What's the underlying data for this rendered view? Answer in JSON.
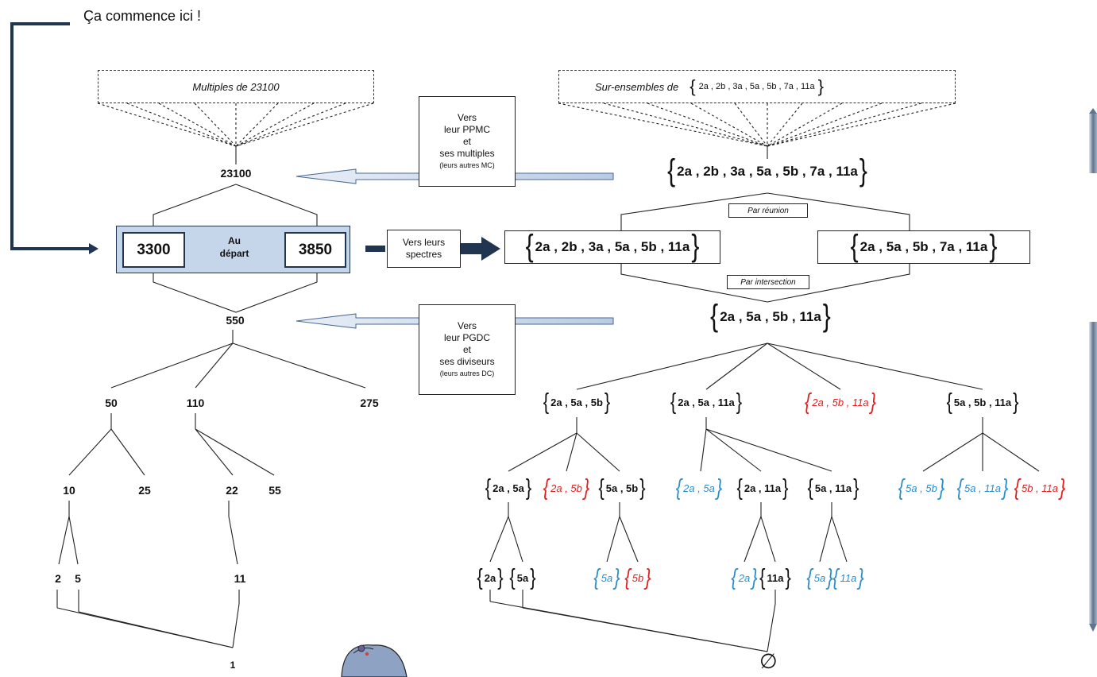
{
  "start_label": "Ça commence ici !",
  "left": {
    "multiples_label": "Multiples de 23100",
    "ppmc": "23100",
    "start_title": "Au\ndépart",
    "a": "3300",
    "b": "3850",
    "pgdc": "550",
    "lvl1": [
      "50",
      "110",
      "275"
    ],
    "lvl2": [
      "10",
      "25",
      "22",
      "55"
    ],
    "lvl3": [
      "2",
      "5",
      "11"
    ],
    "bottom": "1"
  },
  "middle": {
    "box_ppmc": {
      "line1": "Vers",
      "line2": "leur PPMC",
      "line3": "et",
      "line4": "ses multiples",
      "line5": "(leurs autres MC)"
    },
    "box_spectre": {
      "line1": "Vers leurs",
      "line2": "spectres"
    },
    "box_pgdc": {
      "line1": "Vers",
      "line2": "leur PGDC",
      "line3": "et",
      "line4": "ses diviseurs",
      "line5": "(leurs autres DC)"
    }
  },
  "right": {
    "surens_label": "Sur-ensembles de",
    "surens_set": "2a , 2b , 3a , 5a , 5b , 7a , 11a",
    "union_set": "2a , 2b , 3a , 5a , 5b , 7a , 11a",
    "par_reunion": "Par réunion",
    "set_a": "2a , 2b , 3a , 5a , 5b , 11a",
    "set_b": "2a , 5a , 5b , 7a , 11a",
    "par_intersection": "Par intersection",
    "inter_set": "2a , 5a , 5b , 11a",
    "lvl1": [
      "2a , 5a , 5b",
      "2a , 5a , 11a",
      "2a , 5b , 11a",
      "5a , 5b , 11a"
    ],
    "lvl2": [
      "2a , 5a",
      "2a , 5b",
      "5a , 5b",
      "2a , 5a",
      "2a , 11a",
      "5a , 11a",
      "5a , 5b",
      "5a , 11a",
      "5b , 11a"
    ],
    "lvl3": [
      "2a",
      "5a",
      "5a",
      "5b",
      "2a",
      "11a",
      "5a",
      "11a"
    ],
    "empty": "∅"
  },
  "colors": {
    "dark_navy": "#1f3550",
    "light_blue": "#c6d6ea",
    "red": "#e02020",
    "blue": "#2a8ec9"
  }
}
